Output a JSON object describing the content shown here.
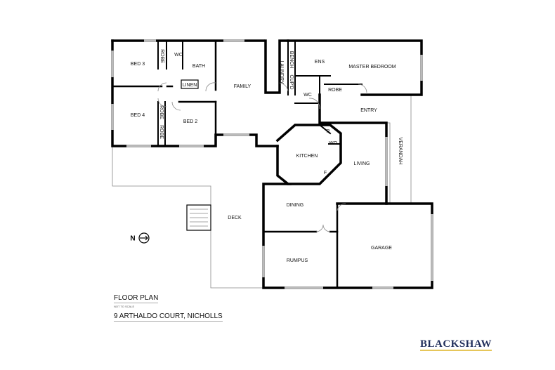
{
  "plan": {
    "title": "FLOOR PLAN",
    "scale_note": "NOT TO SCALE",
    "address": "9 ARTHALDO COURT, NICHOLLS",
    "north_label": "N",
    "brand": "BLACKSHAW",
    "brand_color": "#1f2d5a",
    "brand_underline": "#e6c65a"
  },
  "rooms": {
    "bed3": "BED 3",
    "bed4": "BED 4",
    "bed2": "BED 2",
    "robe1": "ROBE",
    "robe2": "ROBE",
    "robe3": "ROBE",
    "robe4": "ROBE",
    "wc1": "WC",
    "bath": "BATH",
    "linen": "LINEN",
    "family": "FAMILY",
    "laundry": "LAUNDRY",
    "bench": "BENCH",
    "cupd": "CUP'D",
    "ens": "ENS",
    "wc2": "WC",
    "master": "MASTER BEDROOM",
    "entry": "ENTRY",
    "verandah": "VERANDAH",
    "pantry": "P",
    "wo": "WO",
    "fridge": "F",
    "kitchen": "KITCHEN",
    "living": "LIVING",
    "dining": "DINING",
    "deck": "DECK",
    "rumpus": "RUMPUS",
    "garage": "GARAGE"
  }
}
